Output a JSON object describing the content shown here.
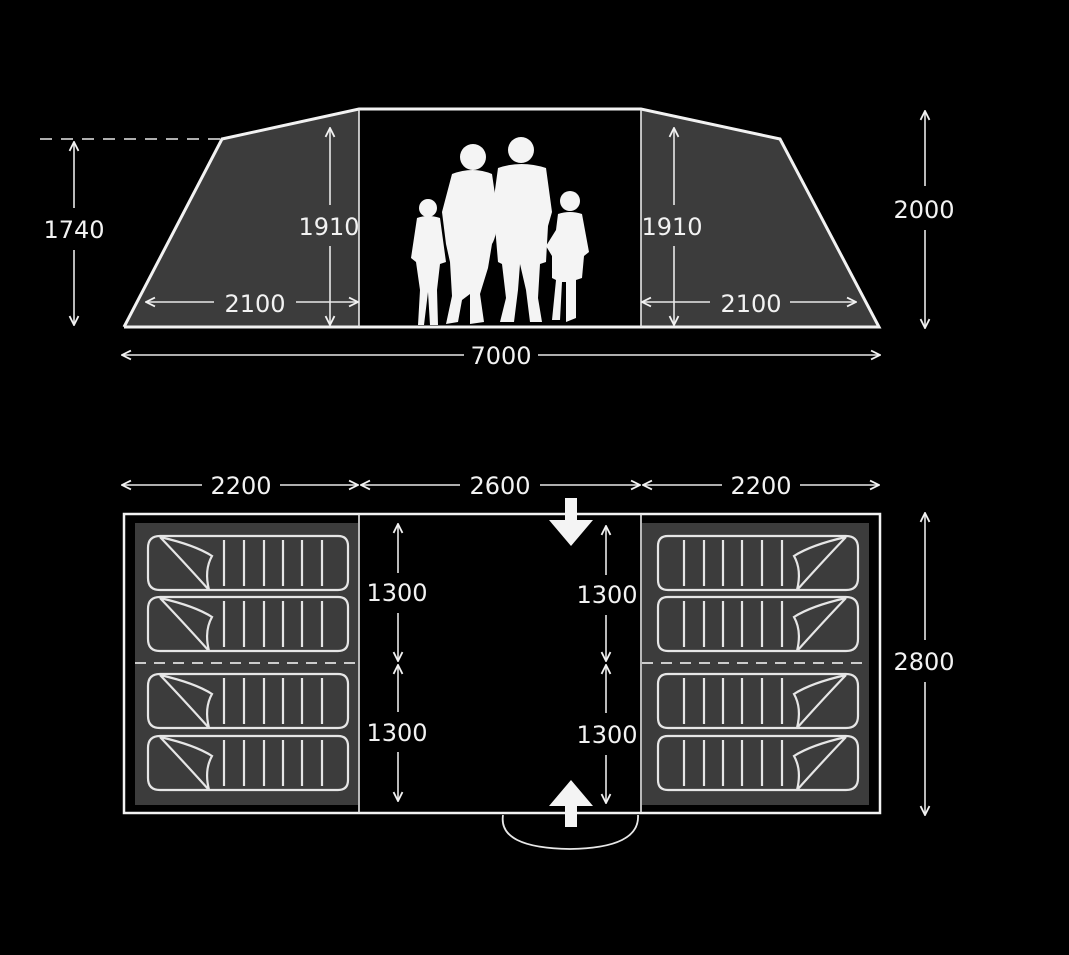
{
  "diagram": {
    "type": "tent floor plan and elevation",
    "units": "mm",
    "colors": {
      "background": "#000000",
      "line": "#f2f2f2",
      "bedroom_fill": "#3c3c3c",
      "living_fill": "#000000"
    },
    "side_view": {
      "heights": {
        "outer_wall": "1740",
        "left_bedroom": "1910",
        "right_bedroom": "1910",
        "peak": "2000"
      },
      "widths": {
        "left_bedroom": "2100",
        "right_bedroom": "2100",
        "overall": "7000"
      },
      "center_graphic": "family-silhouette (2 adults, 2 children)"
    },
    "floor_plan": {
      "widths": {
        "left_bedroom": "2200",
        "living_area": "2600",
        "right_bedroom": "2200"
      },
      "depth_total": "2800",
      "living_depths": {
        "left_upper": "1300",
        "left_lower": "1300",
        "right_upper": "1300",
        "right_lower": "1300"
      },
      "bedrooms": [
        {
          "name": "left-bedroom",
          "sleeping_bags": 4,
          "divider": "dashed"
        },
        {
          "name": "right-bedroom",
          "sleeping_bags": 4,
          "divider": "dashed"
        }
      ],
      "doors": [
        "rear-door-arrow",
        "front-door-arrow"
      ],
      "porch": "front canopy arc"
    }
  }
}
